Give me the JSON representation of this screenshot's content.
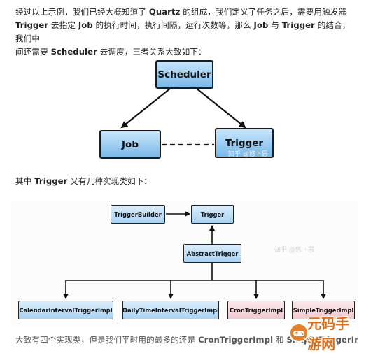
{
  "paragraph1": {
    "line1_a": "经过以上示例，我们已经大概知道了 ",
    "line1_b": "Quartz",
    "line1_c": " 的组成，我们定义了任务之后，需要用触发器",
    "line2_a": "Trigger",
    "line2_b": " 去指定 ",
    "line2_c": "Job",
    "line2_d": " 的执行时间，执行间隔，运行次数等，那么 ",
    "line2_e": "Job",
    "line2_f": " 与 ",
    "line2_g": "Trigger",
    "line2_h": " 的结合，我们中",
    "line3_a": "间还需要 ",
    "line3_b": "Scheduler",
    "line3_c": " 去调度，三者关系大致如下："
  },
  "diagram1": {
    "scheduler": "Scheduler",
    "job": "Job",
    "trigger": "Trigger",
    "watermark": "知乎 @悠卜思"
  },
  "paragraph2": {
    "a": "其中 ",
    "b": "Trigger",
    "c": " 又有几种实现类如下："
  },
  "diagram2": {
    "trigger_builder": "TriggerBuilder",
    "trigger": "Trigger",
    "abstract_trigger": "AbstractTrigger",
    "calendar_interval": "CalendarIntervalTriggerImpl",
    "daily_time_interval": "DailyTimeIntervalTriggerImpl",
    "cron": "CronTriggerImpl",
    "simple": "SimpleTriggerImpl",
    "watermark": "知乎 @悠卜思"
  },
  "paragraph3": {
    "a": "大致有四个实现类，但是我们平时用的最多的还是 ",
    "b": "CronTriggerImpl",
    "c": " 和 ",
    "d": "SimpleTriggerImpl"
  },
  "logo": {
    "text": "元码手游网",
    "icon": "gamepad-logo-icon",
    "color": "#d96f1d"
  }
}
